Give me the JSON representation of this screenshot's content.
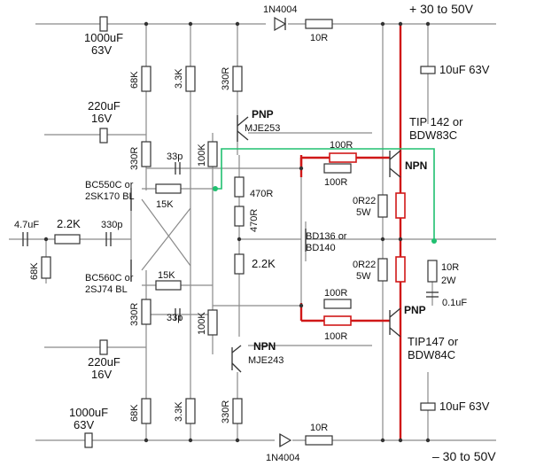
{
  "rails": {
    "positive": "+ 30 to 50V",
    "negative": "– 30 to 50V"
  },
  "diodes": {
    "top": "1N4004",
    "bottom": "1N4004"
  },
  "caps": {
    "c1000_top_val": "1000uF",
    "c1000_top_v": "63V",
    "c220_top_val": "220uF",
    "c220_top_v": "16V",
    "c220_bot_val": "220uF",
    "c220_bot_v": "16V",
    "c1000_bot_val": "1000uF",
    "c1000_bot_v": "63V",
    "c33p_top": "33p",
    "c33p_bot": "33p",
    "c_in": "4.7uF",
    "c330p": "330p",
    "c10u_top": "10uF 63V",
    "c10u_bot": "10uF 63V",
    "c_zobel": "0.1uF"
  },
  "resistors": {
    "r10_top": "10R",
    "r10_bot": "10R",
    "r68k_top": "68K",
    "r33k_top": "3.3K",
    "r330_top": "330R",
    "r330_mid_top": "330R",
    "r100k_top": "100K",
    "r15k_top": "15K",
    "r15k_bot": "15K",
    "r22k_in": "2.2K",
    "r68k_in": "68K",
    "r470_a": "470R",
    "r470_b": "470R",
    "r22k_mid": "2.2K",
    "r100_a": "100R",
    "r100_b": "100R",
    "r100_c": "100R",
    "r100_d": "100R",
    "r0r22_top": "0R22",
    "r0r22_top_w": "5W",
    "r0r22_bot": "0R22",
    "r0r22_bot_w": "5W",
    "r10_zobel": "10R",
    "r10_zobel_w": "2W",
    "r330_mid_bot": "330R",
    "r100k_bot": "100K",
    "r68k_bot": "68K",
    "r33k_bot": "3.3K",
    "r330_bot": "330R"
  },
  "transistors": {
    "q_pnp_driver_type": "PNP",
    "q_pnp_driver": "MJE253",
    "q_npn_driver_type": "NPN",
    "q_npn_driver": "MJE243",
    "q_out_top_part": "TIP 142 or",
    "q_out_top_alt": "BDW83C",
    "q_out_top_type": "NPN",
    "q_out_bot_part": "TIP147 or",
    "q_out_bot_alt": "BDW84C",
    "q_out_bot_type": "PNP",
    "q_in_top_a": "BC550C or",
    "q_in_top_b": "2SK170 BL",
    "q_in_bot_a": "BC560C or",
    "q_in_bot_b": "2SJ74 BL",
    "q_vbe_a": "BD136 or",
    "q_vbe_b": "BD140"
  },
  "colors": {
    "wire": "#8a8a8a",
    "power": "#d01818",
    "feedback": "#20c070"
  }
}
